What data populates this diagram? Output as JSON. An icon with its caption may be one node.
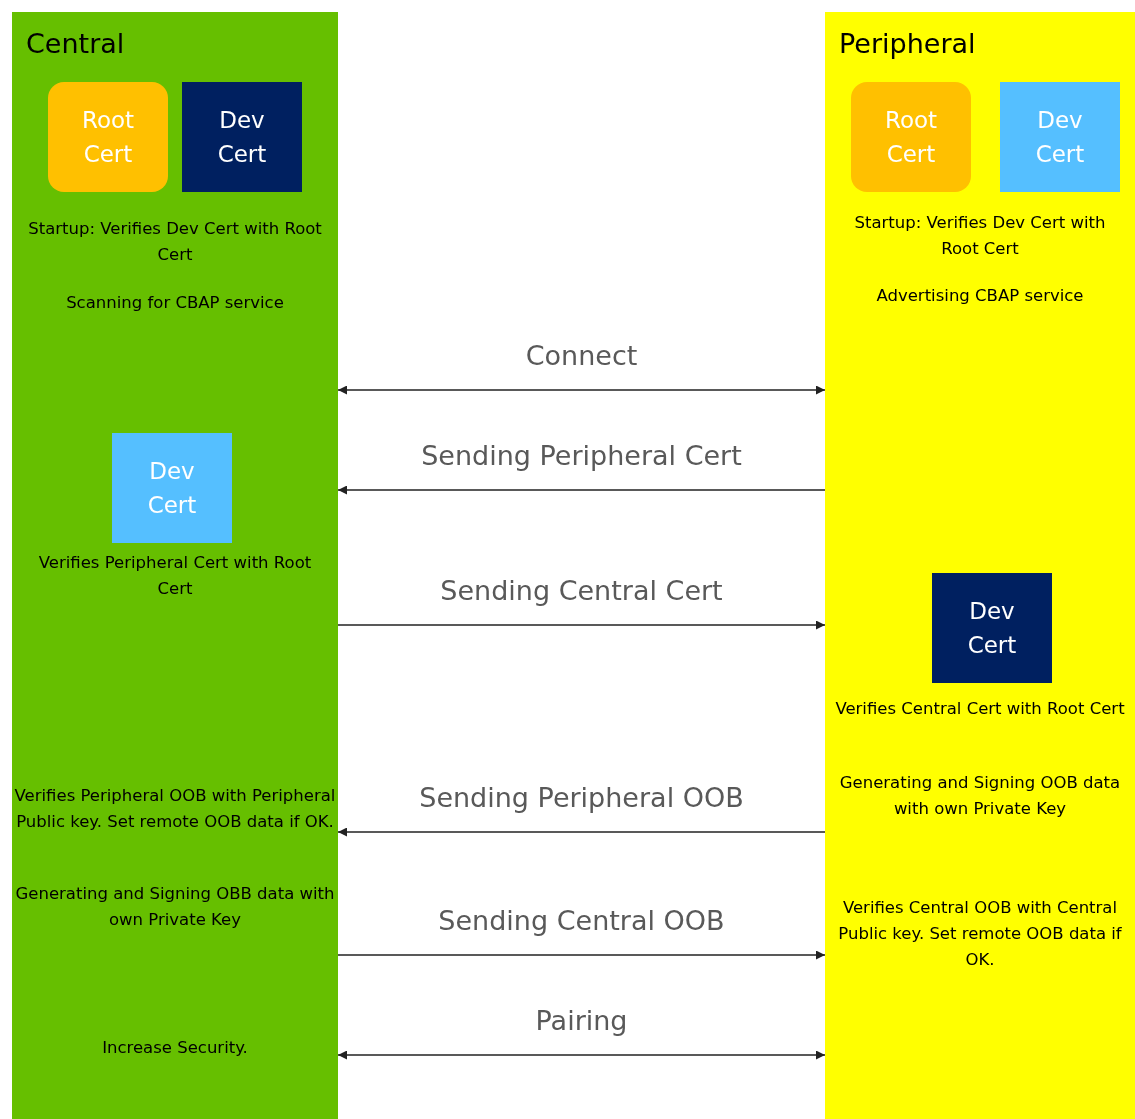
{
  "diagram": {
    "nodes": [
      {
        "text": [
          "Central"
        ]
      },
      {
        "text": [
          "Root Cert"
        ],
        "in": 0
      },
      {
        "text": [
          "Dev Cert"
        ],
        "in": 0
      },
      {
        "text": [
          "Dev Cert"
        ],
        "in": 0
      },
      {
        "text": [
          "Peripheral"
        ]
      },
      {
        "text": [
          "Root Cert"
        ],
        "in": 4
      },
      {
        "text": [
          "Dev Cert"
        ],
        "in": 4
      },
      {
        "text": [
          "Dev Cert"
        ],
        "in": 4
      }
    ],
    "edges": [
      {
        "from": 0,
        "to": 4,
        "arrow": "both",
        "label": "Connect"
      },
      {
        "from": 4,
        "to": 0,
        "arrow": "to",
        "label": "Sending Peripheral Cert"
      },
      {
        "from": 0,
        "to": 4,
        "arrow": "to",
        "label": "Sending Central Cert"
      },
      {
        "from": 4,
        "to": 0,
        "arrow": "to",
        "label": "Sending Peripheral OOB"
      },
      {
        "from": 0,
        "to": 4,
        "arrow": "to",
        "label": "Sending Central OOB"
      },
      {
        "from": 0,
        "to": 4,
        "arrow": "both",
        "label": "Pairing"
      }
    ],
    "labels": [
      "Startup: Verifies Dev Cert with Root Cert",
      "Startup: Verifies Dev Cert with Root Cert",
      "Scanning for CBAP service",
      "Advertising CBAP service",
      "Verifies Peripheral Cert with Root Cert",
      "Verifies Central Cert with Root Cert",
      "Generating and Signing OOB data with own Private Key",
      "Verifies Peripheral OOB with Peripheral Public key. Set remote OOB data if OK.",
      "Generating and Signing OBB data with own Private Key",
      "Verifies Central OOB with Central Public key. Set remote OOB data if OK.",
      "Increase Security."
    ]
  }
}
